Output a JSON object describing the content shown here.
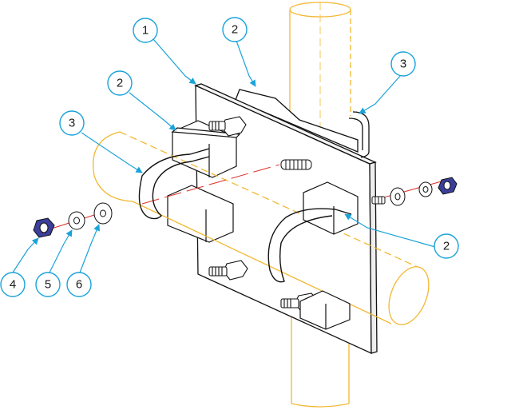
{
  "colors": {
    "outline": "#111111",
    "pipe": "#f2b833",
    "callout": "#1aa3d9",
    "axis": "#e0302a",
    "nut_fill": "#3b3f9a",
    "washer_fill": "#ffffff",
    "plate_fill": "#ffffff"
  },
  "callouts": [
    {
      "id": "c1",
      "label": "1",
      "target": "mounting-plate"
    },
    {
      "id": "c2a",
      "label": "2",
      "target": "back-saddle-clamp"
    },
    {
      "id": "c2b",
      "label": "2",
      "target": "left-saddle-clamp"
    },
    {
      "id": "c2c",
      "label": "2",
      "target": "right-saddle-clamp"
    },
    {
      "id": "c3a",
      "label": "3",
      "target": "back-u-bolt"
    },
    {
      "id": "c3b",
      "label": "3",
      "target": "front-u-bolt"
    },
    {
      "id": "c4",
      "label": "4",
      "target": "hex-nut"
    },
    {
      "id": "c5",
      "label": "5",
      "target": "lock-washer"
    },
    {
      "id": "c6",
      "label": "6",
      "target": "flat-washer"
    }
  ],
  "icons": {
    "nut": "hex-nut-icon",
    "washer": "washer-icon",
    "threaded": "threaded-stud-icon"
  }
}
